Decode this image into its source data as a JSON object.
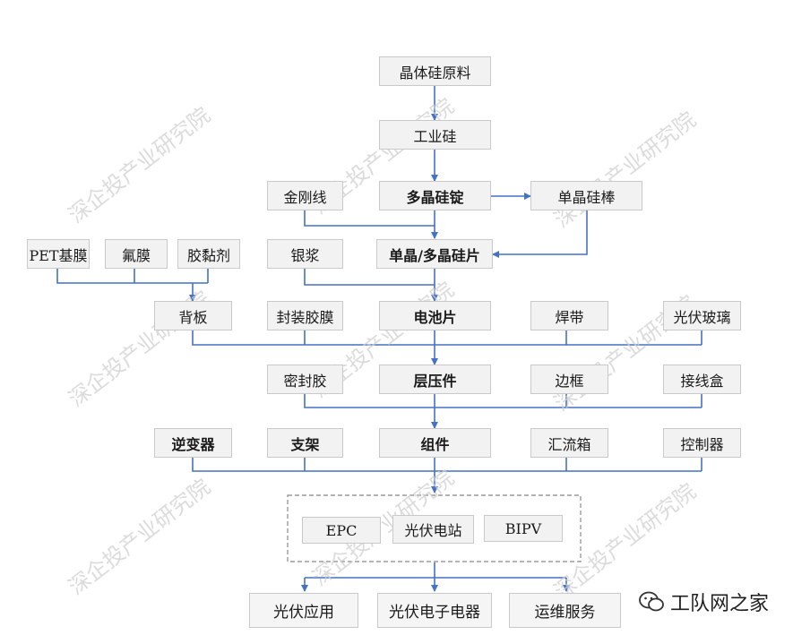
{
  "nodes": {
    "raw": "晶体硅原料",
    "industrial_si": "工业硅",
    "diamond_wire": "金刚线",
    "poly_ingot": "多晶硅锭",
    "mono_rod": "单晶硅棒",
    "pet": "PET基膜",
    "fluoro": "氟膜",
    "adhesive": "胶黏剂",
    "silver": "银浆",
    "wafer": "单晶/多晶硅片",
    "backsheet": "背板",
    "encap_film": "封装胶膜",
    "cell": "电池片",
    "ribbon": "焊带",
    "pv_glass": "光伏玻璃",
    "sealant": "密封胶",
    "laminate": "层压件",
    "frame": "边框",
    "junction_box": "接线盒",
    "inverter": "逆变器",
    "bracket": "支架",
    "module": "组件",
    "combiner": "汇流箱",
    "controller": "控制器",
    "epc": "EPC",
    "pv_station": "光伏电站",
    "bipv": "BIPV",
    "pv_app": "光伏应用",
    "pv_electronics": "光伏电子电器",
    "om_service": "运维服务"
  },
  "watermark": "深企投产业研究院",
  "brand": "工队网之家",
  "colors": {
    "arrow": "#4472c4",
    "box_fill": "#f2f2f2",
    "box_border": "#c9c9c9"
  }
}
